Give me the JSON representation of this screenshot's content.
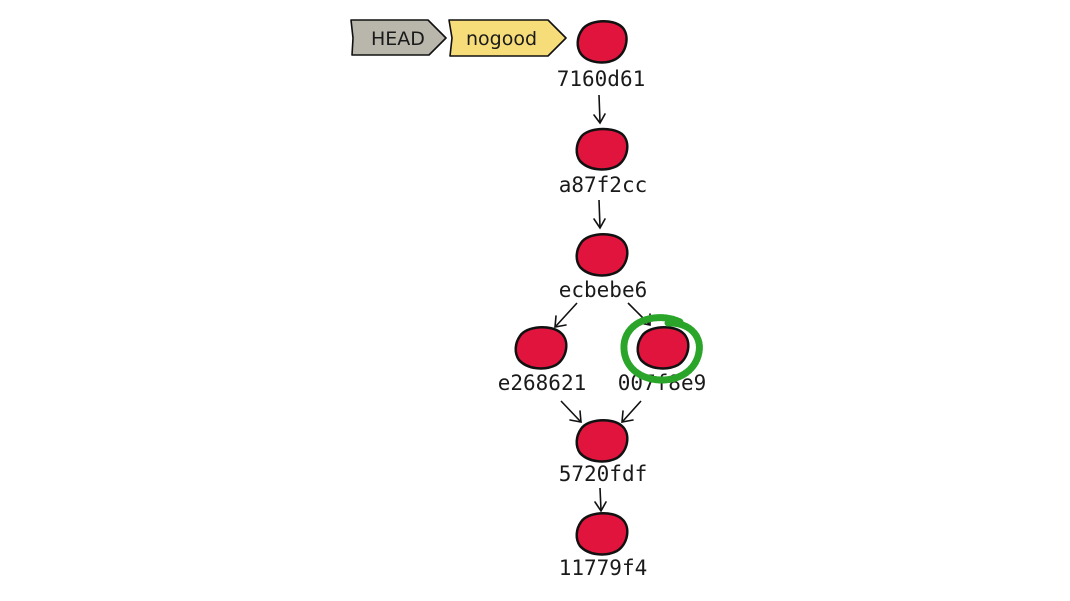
{
  "refs": {
    "head": {
      "label": "HEAD",
      "color": "#b9b7ab"
    },
    "branch": {
      "label": "nogood",
      "color": "#f6dd79"
    }
  },
  "commits": {
    "c7160d61": {
      "hash": "7160d61"
    },
    "a87f2cc": {
      "hash": "a87f2cc"
    },
    "ecbebe6": {
      "hash": "ecbebe6"
    },
    "e268621": {
      "hash": "e268621"
    },
    "c007fe9": {
      "hash": "007f8e9",
      "highlighted": true
    },
    "c5720fdf": {
      "hash": "5720fdf"
    },
    "c11779f4": {
      "hash": "11779f4"
    }
  },
  "colors": {
    "commit_fill": "#e0143c",
    "highlight": "#2aa52a"
  }
}
